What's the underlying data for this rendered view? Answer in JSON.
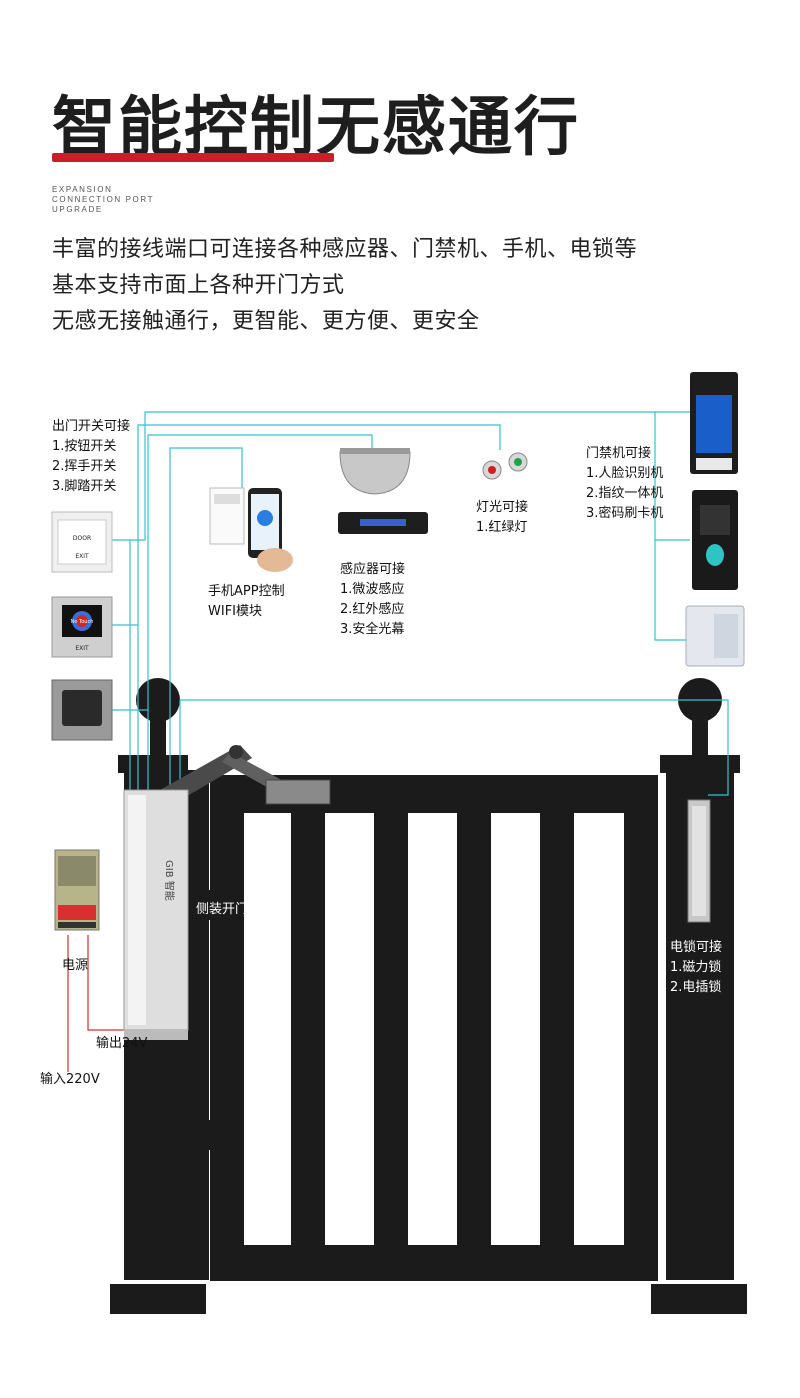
{
  "header": {
    "title": "智能控制无感通行",
    "subtitle_en": [
      "EXPANSION",
      "CONNECTION PORT",
      "UPGRADE"
    ],
    "lines": [
      "丰富的接线端口可连接各种感应器、门禁机、手机、电锁等",
      "基本支持市面上各种开门方式",
      "无感无接触通行，更智能、更方便、更安全"
    ]
  },
  "exit_switch": {
    "title": "出门开关可接",
    "items": [
      "1.按钮开关",
      "2.挥手开关",
      "3.脚踏开关"
    ]
  },
  "app": {
    "lines": [
      "手机APP控制",
      "WIFI模块"
    ]
  },
  "sensor": {
    "title": "感应器可接",
    "items": [
      "1.微波感应",
      "2.红外感应",
      "3.安全光幕"
    ]
  },
  "light": {
    "title": "灯光可接",
    "items": [
      "1.红绿灯"
    ]
  },
  "access": {
    "title": "门禁机可接",
    "items": [
      "1.人脸识别机",
      "2.指纹一体机",
      "3.密码刷卡机"
    ]
  },
  "opener": {
    "label": "侧装开门机",
    "body_text": "GIB 智能"
  },
  "power": {
    "label": "电源",
    "out_label": "输出24V",
    "in_label": "输入220V"
  },
  "lock": {
    "title": "电锁可接",
    "items": [
      "1.磁力锁",
      "2.电插锁"
    ]
  },
  "exit_button": {
    "top": "DOOR",
    "bottom": "EXIT",
    "no_touch": "No Touch",
    "exit2": "EXIT"
  },
  "colors": {
    "accent": "#c8202b",
    "wire": "#35c2d0",
    "wire_red": "#d03030",
    "gate": "#1b1b1b"
  }
}
